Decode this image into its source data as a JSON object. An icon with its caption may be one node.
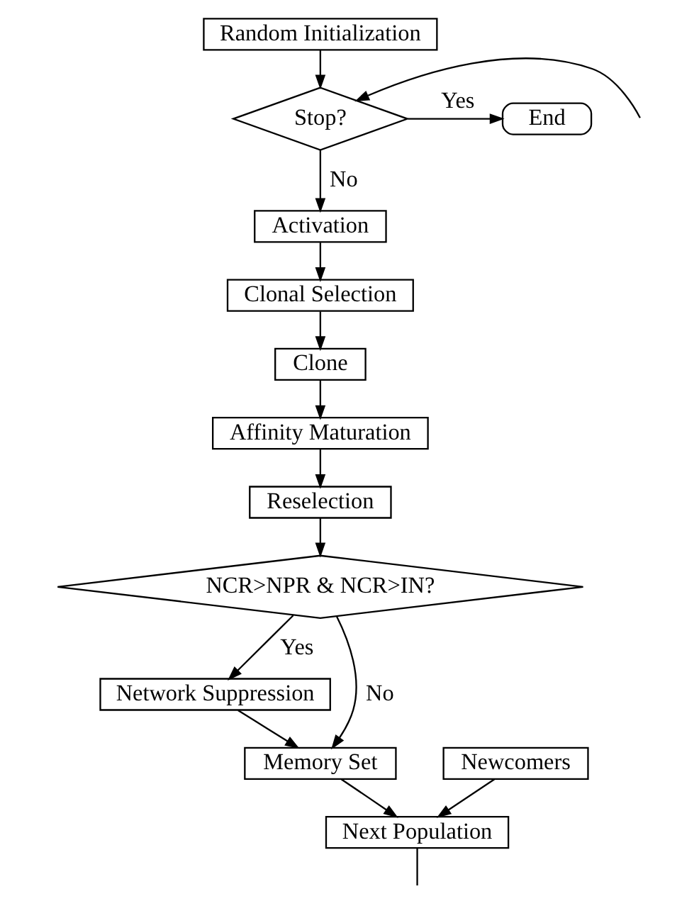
{
  "diagram": {
    "nodes": [
      {
        "text": [
          "Random Initialization"
        ]
      },
      {
        "text": [
          "End"
        ]
      },
      {
        "text": [
          "Stop?"
        ]
      },
      {
        "text": [
          "Activation"
        ]
      },
      {
        "text": [
          "Clonal Selection"
        ]
      },
      {
        "text": [
          "Clone"
        ]
      },
      {
        "text": [
          "Affinity Maturation"
        ]
      },
      {
        "text": [
          "Reselection"
        ]
      },
      {
        "text": [
          "NCR>NPR & NCR>IN?"
        ]
      },
      {
        "text": [
          "Network Suppression"
        ]
      },
      {
        "text": [
          "Memory Set"
        ]
      },
      {
        "text": [
          "Newcomers"
        ]
      },
      {
        "text": [
          "Next Population"
        ]
      }
    ],
    "edges": [
      {
        "from": 0,
        "to": 2,
        "arrow": "to"
      },
      {
        "from": 2,
        "to": 1,
        "arrow": "to",
        "label": "Yes"
      },
      {
        "from": 2,
        "to": 3,
        "arrow": "to",
        "label": "No"
      },
      {
        "from": 3,
        "to": 4,
        "arrow": "to"
      },
      {
        "from": 4,
        "to": 5,
        "arrow": "to"
      },
      {
        "from": 5,
        "to": 6,
        "arrow": "to"
      },
      {
        "from": 6,
        "to": 7,
        "arrow": "to"
      },
      {
        "from": 7,
        "to": 8,
        "arrow": "to"
      },
      {
        "from": 8,
        "to": 9,
        "arrow": "to",
        "label": "Yes"
      },
      {
        "from": 8,
        "to": 10,
        "arrow": "to",
        "label": "No"
      },
      {
        "from": 9,
        "to": 10,
        "arrow": "to"
      },
      {
        "from": 10,
        "to": 12,
        "arrow": "to"
      },
      {
        "from": 11,
        "to": 12,
        "arrow": "to"
      },
      {
        "from": 12,
        "to": null,
        "arrow": "none"
      },
      {
        "from": null,
        "to": 2,
        "arrow": "to"
      }
    ]
  }
}
